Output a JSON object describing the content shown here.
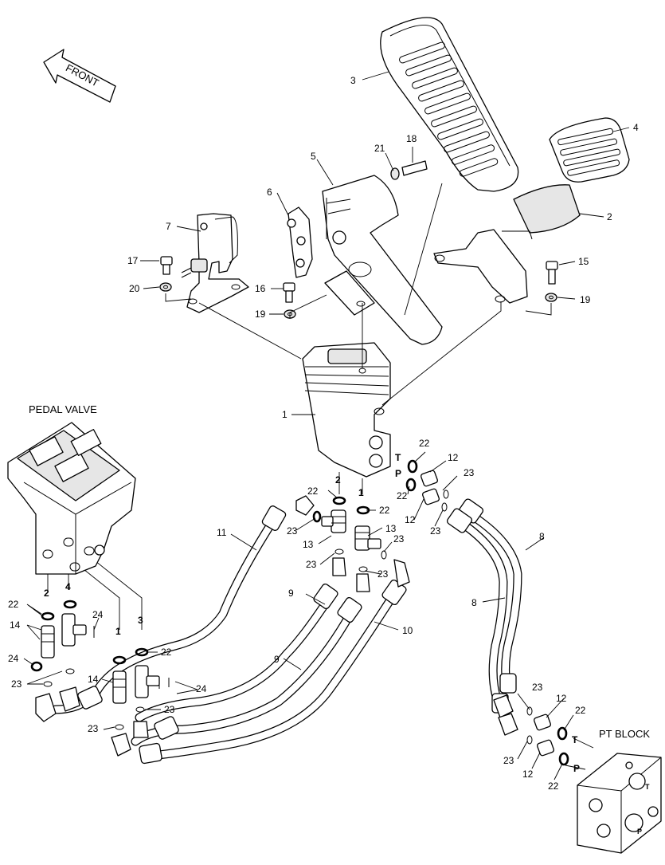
{
  "labels": {
    "front": "FRONT",
    "pedal_valve": "PEDAL VALVE",
    "pt_block": "PT BLOCK"
  },
  "ports": {
    "T": "T",
    "P": "P",
    "n1": "1",
    "n2": "2",
    "n3": "3",
    "n4": "4"
  },
  "callouts": [
    "1",
    "2",
    "3",
    "4",
    "5",
    "6",
    "7",
    "8",
    "9",
    "10",
    "11",
    "12",
    "13",
    "14",
    "15",
    "16",
    "17",
    "18",
    "19",
    "20",
    "21",
    "22",
    "23",
    "24"
  ]
}
